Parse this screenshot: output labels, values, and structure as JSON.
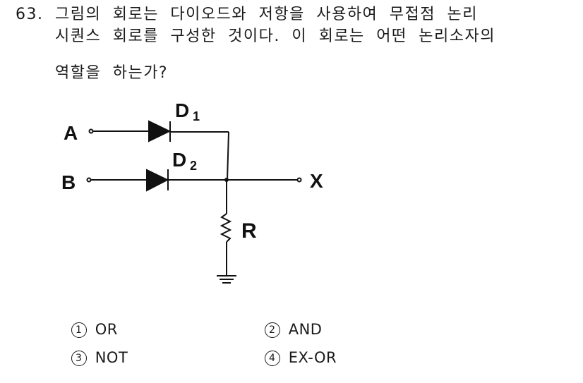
{
  "question": {
    "number": "63.",
    "lines": [
      "그림의 회로는 다이오드와 저항을 사용하여 무접점 논리",
      "시퀀스 회로를 구성한 것이다. 이 회로는 어떤 논리소자의",
      "역할을 하는가?"
    ]
  },
  "diagram": {
    "labels": {
      "input_a": "A",
      "input_b": "B",
      "diode_1": "D",
      "diode_1_sub": "1",
      "diode_2": "D",
      "diode_2_sub": "2",
      "resistor": "R",
      "output": "X"
    }
  },
  "options": [
    {
      "mark": "1",
      "label": "OR"
    },
    {
      "mark": "2",
      "label": "AND"
    },
    {
      "mark": "3",
      "label": "NOT"
    },
    {
      "mark": "4",
      "label": "EX-OR"
    }
  ]
}
